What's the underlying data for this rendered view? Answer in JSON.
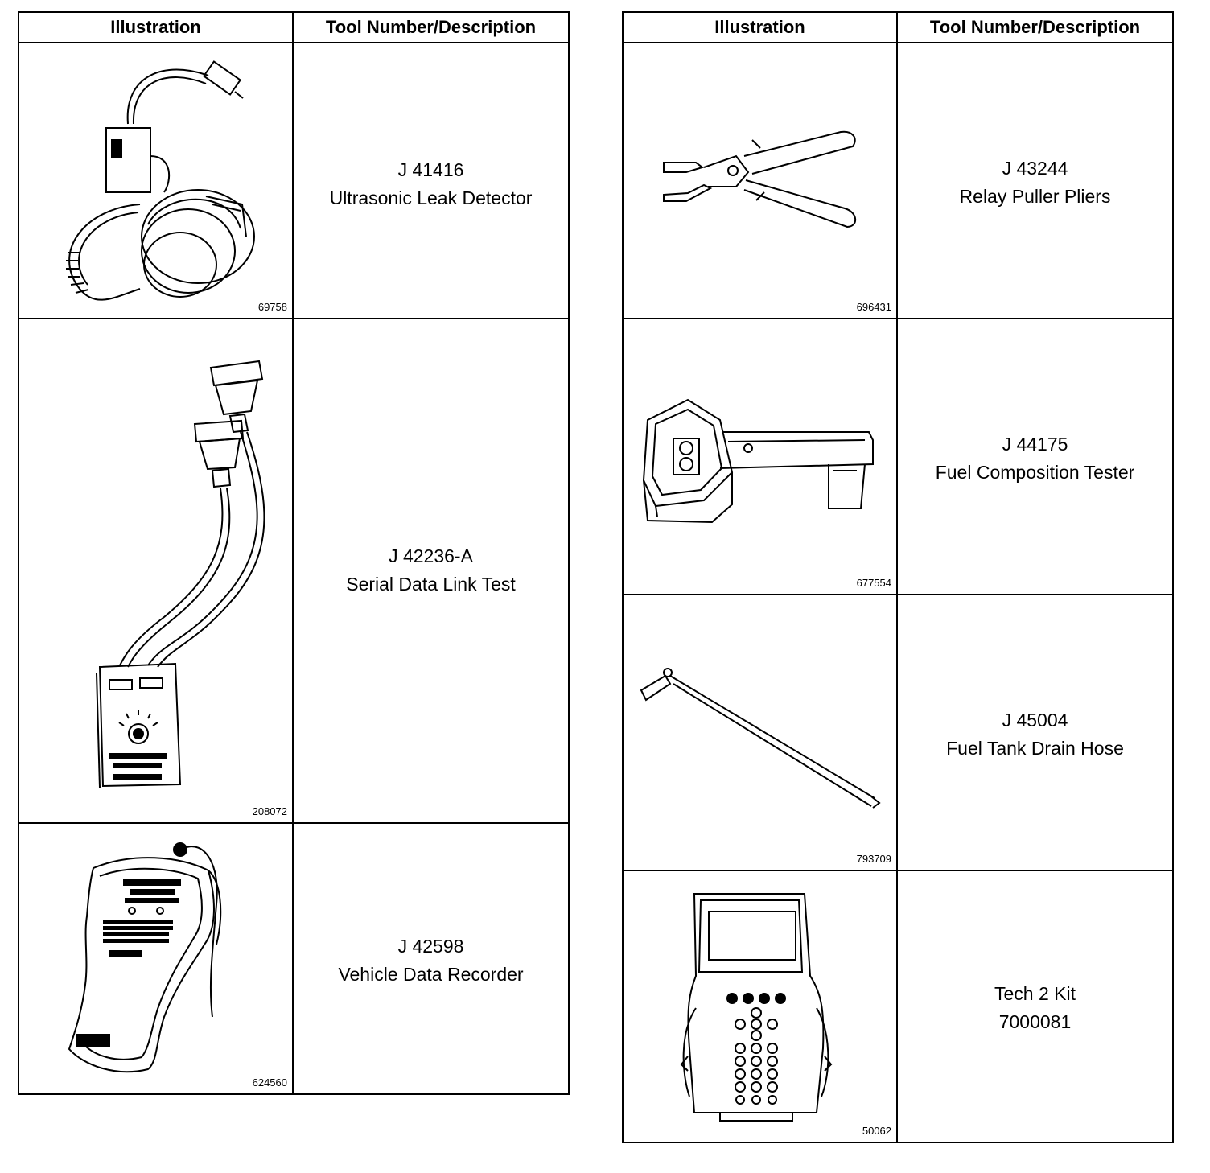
{
  "left_table": {
    "headers": [
      "Illustration",
      "Tool Number/Description"
    ],
    "rows": [
      {
        "figure_no": "69758",
        "tool_number": "J 41416",
        "description": "Ultrasonic Leak Detector",
        "icon": "ultrasonic-leak-detector"
      },
      {
        "figure_no": "208072",
        "tool_number": "J 42236-A",
        "description": "Serial Data Link Test",
        "icon": "serial-data-link-tester"
      },
      {
        "figure_no": "624560",
        "tool_number": "J 42598",
        "description": "Vehicle Data Recorder",
        "icon": "vehicle-data-recorder"
      }
    ]
  },
  "right_table": {
    "headers": [
      "Illustration",
      "Tool Number/Description"
    ],
    "rows": [
      {
        "figure_no": "696431",
        "tool_number": "J 43244",
        "description": "Relay Puller Pliers",
        "icon": "relay-puller-pliers"
      },
      {
        "figure_no": "677554",
        "tool_number": "J 44175",
        "description": "Fuel Composition Tester",
        "icon": "fuel-composition-tester"
      },
      {
        "figure_no": "793709",
        "tool_number": "J 45004",
        "description": "Fuel Tank Drain Hose",
        "icon": "fuel-tank-drain-hose"
      },
      {
        "figure_no": "50062",
        "tool_number": "Tech 2 Kit",
        "description": "7000081",
        "icon": "tech-2-scan-tool"
      }
    ]
  }
}
